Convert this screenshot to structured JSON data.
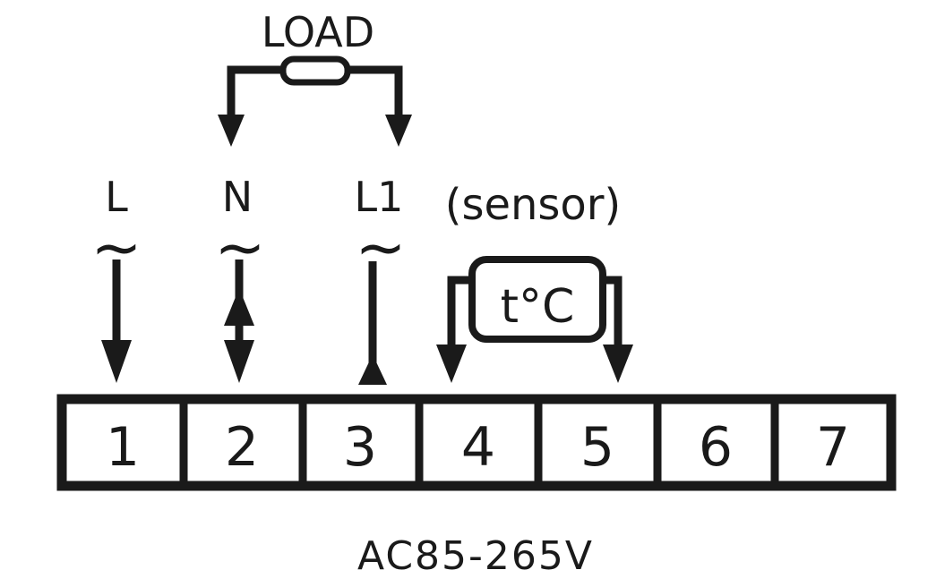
{
  "labels": {
    "load": "LOAD",
    "line": "L",
    "neutral": "N",
    "line_out": "L1",
    "sensor": "(sensor)",
    "sensor_symbol": "t°C",
    "ac_symbol": "~",
    "voltage": "AC85-265V"
  },
  "terminals": [
    "1",
    "2",
    "3",
    "4",
    "5",
    "6",
    "7"
  ],
  "colors": {
    "ink": "#1a1a1a",
    "background": "#ffffff"
  }
}
